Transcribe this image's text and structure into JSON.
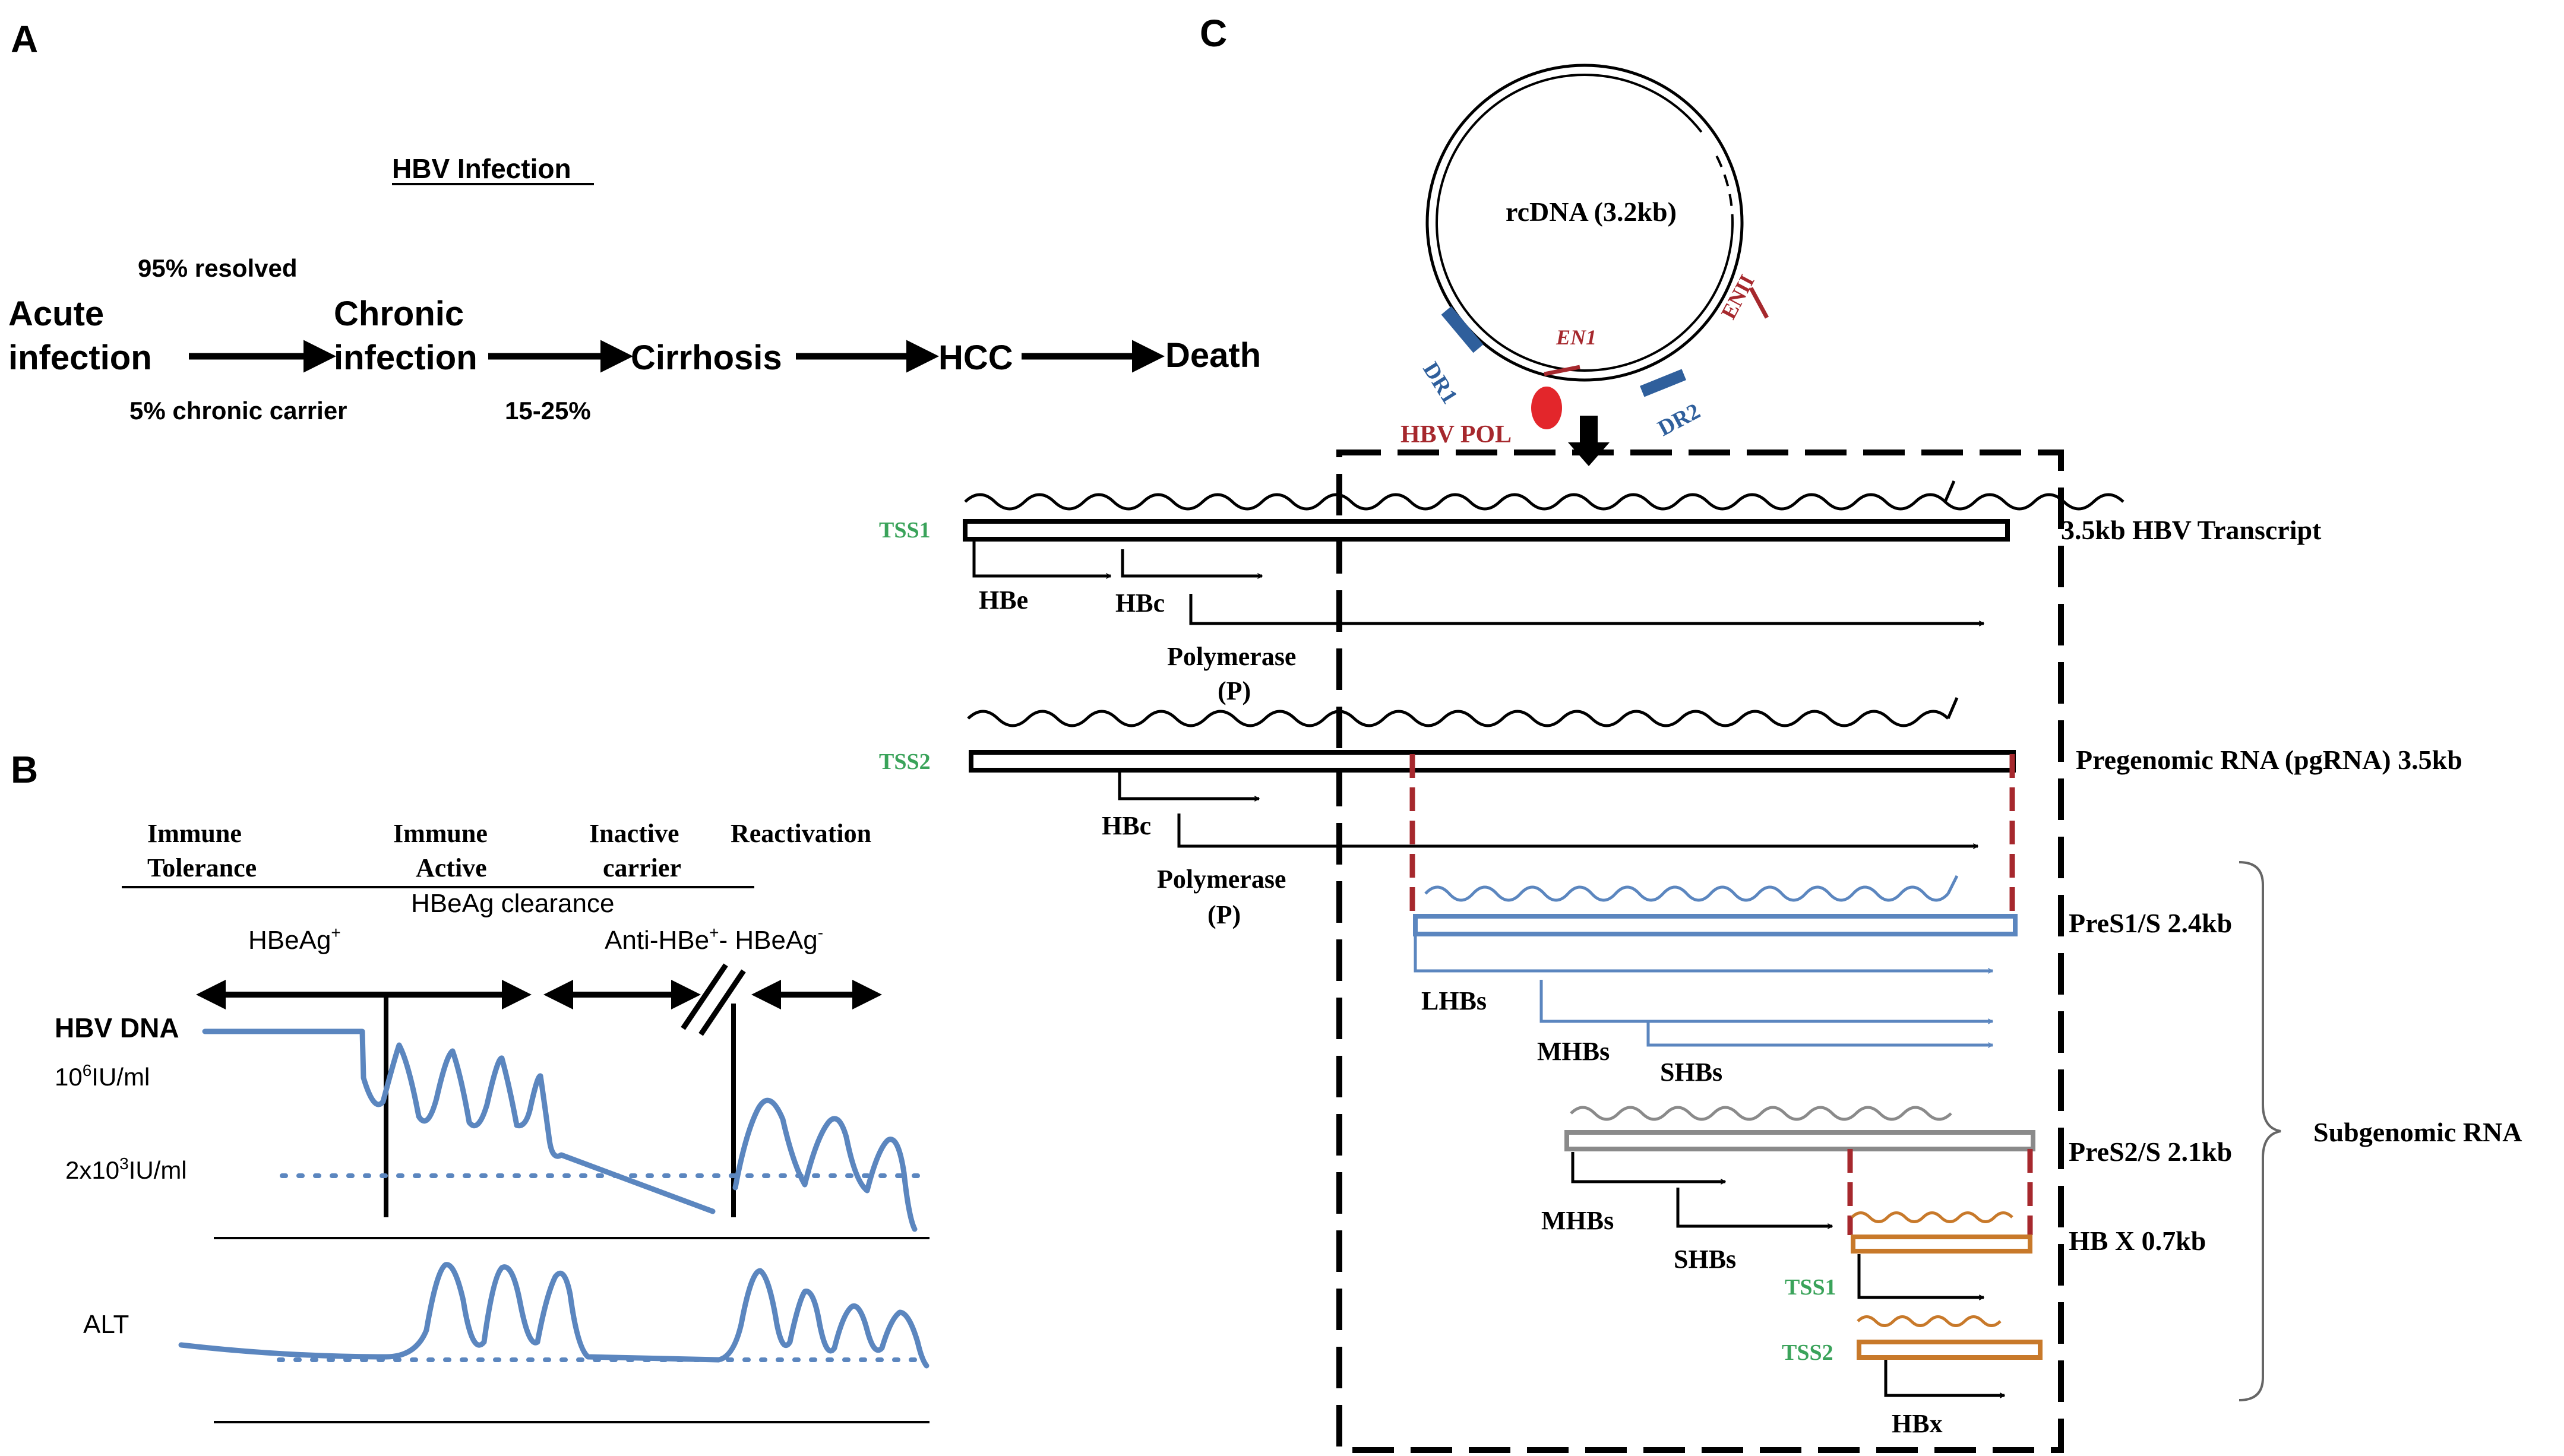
{
  "colors": {
    "black": "#000000",
    "blue": "#5b86bf",
    "dark_blue": "#2f5f9c",
    "red": "#a6282d",
    "green": "#3aa35a",
    "gray": "#8a8a8a",
    "orange": "#c8792a",
    "pol_red": "#e3262b"
  },
  "panel_a": {
    "letter": "A",
    "title": "HBV Infection",
    "resolved": "95% resolved",
    "acute_1": "Acute",
    "acute_2": "infection",
    "chronic_1": "Chronic",
    "chronic_2": "infection",
    "chronic_carrier": "5% chronic  carrier",
    "cirrhosis": "Cirrhosis",
    "cirrhosis_pct": "15-25%",
    "hcc": "HCC",
    "death": "Death"
  },
  "panel_b": {
    "letter": "B",
    "phase_1a": "Immune",
    "phase_1b": "Tolerance",
    "phase_2a": "Immune",
    "phase_2b": "Active",
    "phase_3a": "Inactive",
    "phase_3b": "carrier",
    "phase_4": "Reactivation",
    "hbeag_clearance": "HBeAg clearance",
    "hbeag_pos": "HBeAg",
    "hbeag_pos_sup": "+",
    "anti_hbe_1": "Anti-HBe",
    "anti_hbe_1_sup": "+",
    "anti_hbe_2": "- HBeAg",
    "anti_hbe_2_sup": "-",
    "hbv_dna": "HBV DNA",
    "iu_1_a": "10",
    "iu_1_sup": "6",
    "iu_1_b": "IU/ml",
    "iu_2_a": "2x10",
    "iu_2_sup": "3",
    "iu_2_b": "IU/ml",
    "alt": "ALT"
  },
  "panel_c": {
    "letter": "C",
    "rcdna": "rcDNA  (3.2kb)",
    "dr1": "DR1",
    "dr2": "DR2",
    "en1": "EN1",
    "en2": "ENII",
    "hbv_pol": "HBV POL",
    "tss1": "TSS1",
    "tss2": "TSS2",
    "transcript": "3.5kb HBV  Transcript",
    "hbe": "HBe",
    "hbc": "HBc",
    "polymerase": "Polymerase",
    "p": "(P)",
    "pgrna": "Pregenomic RNA  (pgRNA) 3.5kb",
    "pres1": "PreS1/S 2.4kb",
    "lhbs": "LHBs",
    "mhbs": "MHBs",
    "shbs": "SHBs",
    "pres2": "PreS2/S 2.1kb",
    "hbx_rna": "HB X   0.7kb",
    "hbx": "HBx",
    "subgenomic": "Subgenomic RNA"
  }
}
